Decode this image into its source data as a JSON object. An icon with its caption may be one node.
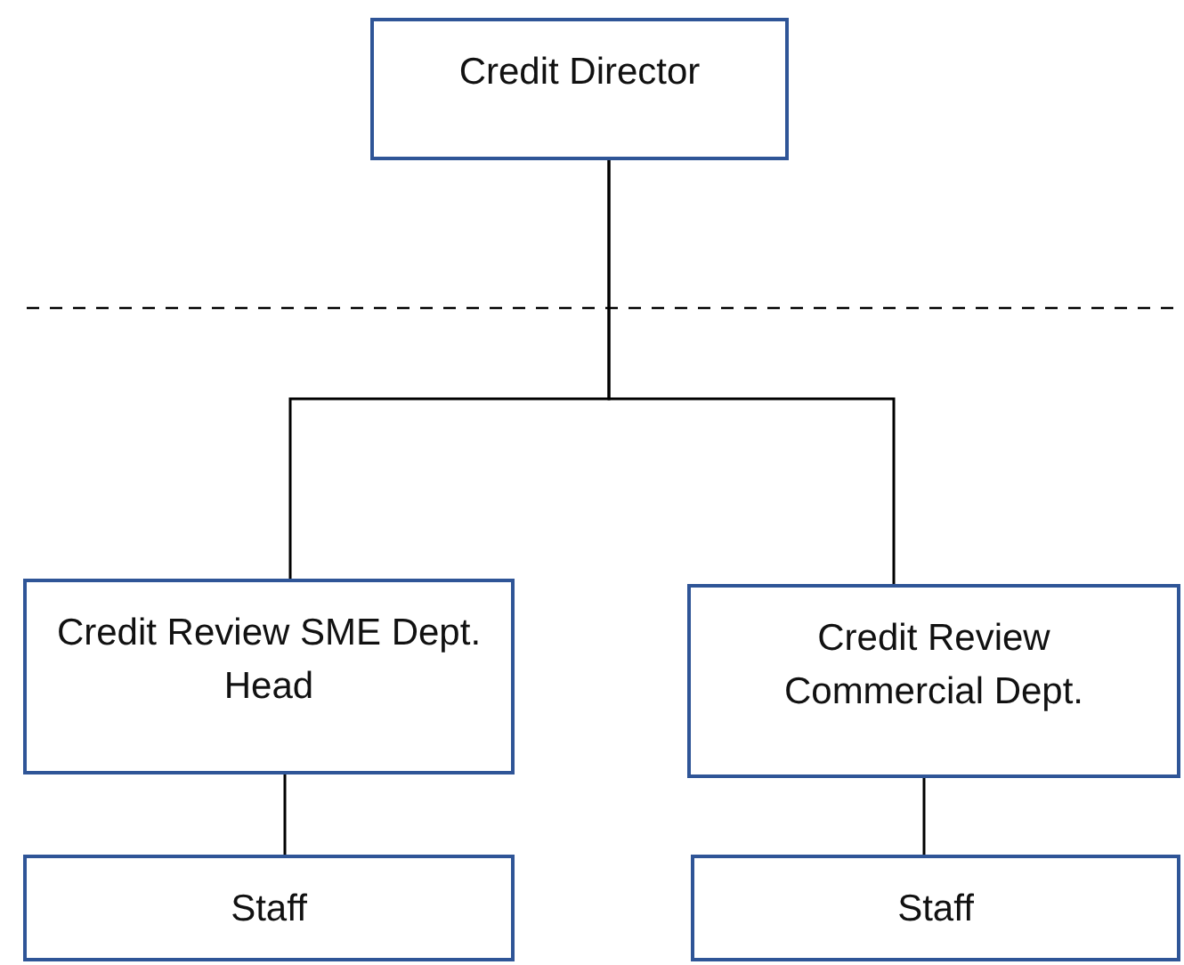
{
  "diagram": {
    "nodes": [
      {
        "text": [
          "Credit Director"
        ]
      },
      {
        "text": [
          "Credit Review SME Dept. Head"
        ]
      },
      {
        "text": [
          "Credit Review Commercial Dept."
        ]
      },
      {
        "text": [
          "Staff"
        ]
      },
      {
        "text": [
          "Staff"
        ]
      }
    ],
    "edges": [
      {
        "from": 0,
        "to": 1,
        "arrow": "none"
      },
      {
        "from": 0,
        "to": 2,
        "arrow": "none"
      },
      {
        "from": 1,
        "to": 3,
        "arrow": "none"
      },
      {
        "from": 2,
        "to": 4,
        "arrow": "none"
      }
    ]
  }
}
